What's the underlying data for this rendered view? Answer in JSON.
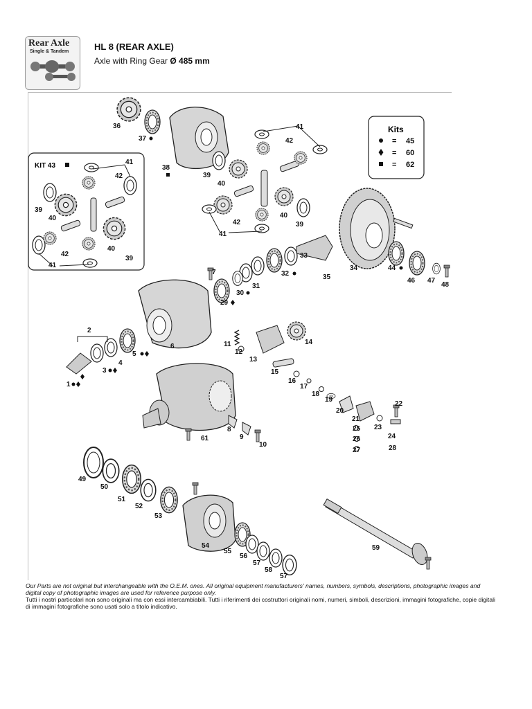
{
  "logo": {
    "title": "Rear Axle",
    "subtitle": "Single & Tandem"
  },
  "header": {
    "title": "HL 8 (REAR AXLE)",
    "subtitle": "Axle with Ring Gear",
    "subtitle_strong": "Ø 485 mm"
  },
  "kits_box": {
    "title": "Kits",
    "rows": [
      {
        "symbol": "circle",
        "eq": "=",
        "value": "45"
      },
      {
        "symbol": "diamond",
        "eq": "=",
        "value": "60"
      },
      {
        "symbol": "square",
        "eq": "=",
        "value": "62"
      }
    ]
  },
  "kit43": {
    "title": "KIT 43"
  },
  "labels": {
    "p1": "1",
    "p2": "2",
    "p3": "3",
    "p4": "4",
    "p5": "5",
    "p6": "6",
    "p7": "7",
    "p8": "8",
    "p9": "9",
    "p10": "10",
    "p11": "11",
    "p12": "12",
    "p13": "13",
    "p14": "14",
    "p15": "15",
    "p16": "16",
    "p17": "17",
    "p18": "18",
    "p19": "19",
    "p20": "20",
    "p21": "21",
    "p22": "22",
    "p23": "23",
    "p24": "24",
    "p25": "25",
    "p26": "26",
    "p27": "27",
    "p28": "28",
    "p29": "29",
    "p30": "30",
    "p31": "31",
    "p32": "32",
    "p33": "33",
    "p34": "34",
    "p35": "35",
    "p36": "36",
    "p37": "37",
    "p38": "38",
    "p39": "39",
    "p40": "40",
    "p41": "41",
    "p42": "42",
    "p44": "44",
    "p46": "46",
    "p47": "47",
    "p48": "48",
    "p49": "49",
    "p50": "50",
    "p51": "51",
    "p52": "52",
    "p53": "53",
    "p54": "54",
    "p55": "55",
    "p56": "56",
    "p57": "57",
    "p58": "58",
    "p59": "59",
    "p61": "61"
  },
  "footer": {
    "english": "Our Parts are not original but interchangeable with the O.E.M. ones. All original equipment manufacturers' names, numbers, symbols, descriptions, photographic images and digital copy of photographic images are used for reference purpose only.",
    "italian": "Tutti i nostri particolari non sono originali ma con essi intercambiabili. Tutti i riferimenti dei costruttori originali nomi, numeri, simboli, descrizioni, immagini fotografiche, copie digitali di immagini fotografiche sono usati solo a titolo indicativo."
  }
}
